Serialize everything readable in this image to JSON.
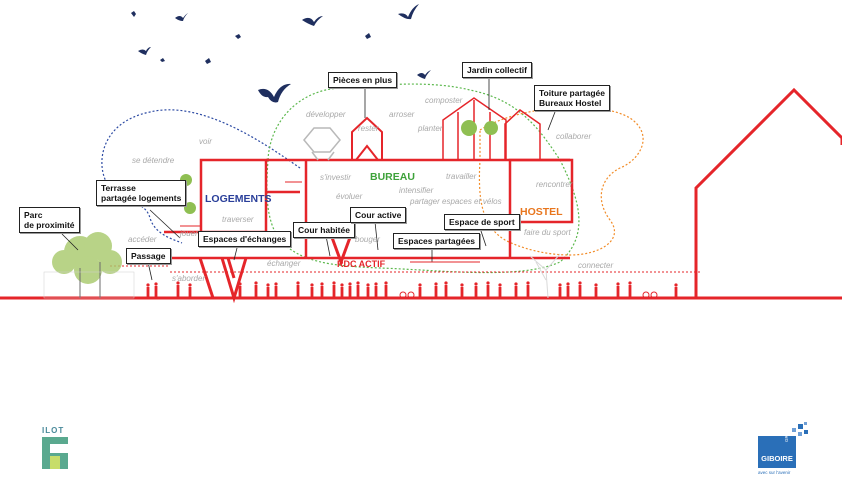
{
  "labels": {
    "logements": "LOGEMENTS",
    "bureau": "BUREAU",
    "hostel": "HOSTEL",
    "rdc_actif": "RDC ACTIF"
  },
  "callouts": {
    "pieces_en_plus": "Pièces en plus",
    "jardin_collectif": "Jardin collectif",
    "toiture_line1": "Toiture partagée",
    "toiture_line2": "Bureaux Hostel",
    "terrasse_line1": "Terrasse",
    "terrasse_line2": "partagée logements",
    "parc_line1": "Parc",
    "parc_line2": "de proximité",
    "passage": "Passage",
    "espaces_echanges": "Espaces d'échanges",
    "cour_habitee": "Cour habitée",
    "cour_active": "Cour active",
    "espace_sport": "Espace de sport",
    "espaces_partages": "Espaces partagées"
  },
  "verbs": {
    "developper": "développer",
    "arroser": "arroser",
    "composter": "composter",
    "rester": "rester",
    "planter": "planter",
    "collaborer": "collaborer",
    "voir": "voir",
    "se_detendre": "se détendre",
    "s_investir": "s'investir",
    "travailler": "travailler",
    "rencontrer": "rencontrer",
    "evoluer": "évoluer",
    "intensifier": "intensifier",
    "partager": "partager espaces et vélos",
    "traverser": "traverser",
    "acceder": "accéder",
    "jouer": "jouer",
    "bouger": "bouger",
    "faire_du_sport": "faire du sport",
    "echanger": "échanger",
    "connecter": "connecter",
    "s_aborder": "s'aborder"
  },
  "logos": {
    "ilot": "ILOT",
    "giboire": "GIBOIRE",
    "groupe": "GROUPE",
    "tagline": "avec sur l'avenir"
  },
  "colors": {
    "red": "#e5252a",
    "blue_logements": "#2a3f9a",
    "green_bureau": "#3ea23a",
    "orange_hostel": "#e8761e",
    "dotted_blue": "#2c4aa3",
    "dotted_green": "#5cb84d",
    "dotted_orange": "#f28c28",
    "bird": "#1f2f5f",
    "giboire_blue": "#2a6fb8"
  }
}
